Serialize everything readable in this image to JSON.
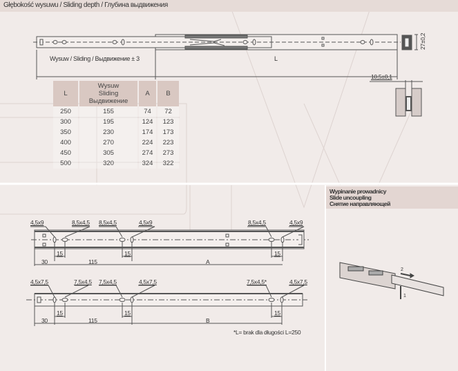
{
  "header": {
    "title": "Głębokość wysuwu / Sliding depth / Глубина выдвижения"
  },
  "top_drawing": {
    "sliding_label": "Wysuw / Sliding / Выдвижение ± 3",
    "length_label": "L",
    "height_tolerance": "27±0,2",
    "gap_tolerance": "10,5±0,1"
  },
  "table": {
    "headers": {
      "l": "L",
      "wysuw_1": "Wysuw",
      "wysuw_2": "Sliding",
      "wysuw_3": "Выдвижение",
      "a": "A",
      "b": "B"
    },
    "rows": [
      {
        "l": "250",
        "sliding": "155",
        "a": "74",
        "b": "72"
      },
      {
        "l": "300",
        "sliding": "195",
        "a": "124",
        "b": "123"
      },
      {
        "l": "350",
        "sliding": "230",
        "a": "174",
        "b": "173"
      },
      {
        "l": "400",
        "sliding": "270",
        "a": "224",
        "b": "223"
      },
      {
        "l": "450",
        "sliding": "305",
        "a": "274",
        "b": "273"
      },
      {
        "l": "500",
        "sliding": "320",
        "a": "324",
        "b": "322"
      }
    ]
  },
  "rail_a": {
    "holes": [
      "4,5x9",
      "8,5x4,5",
      "8,5x4,5",
      "4,5x9",
      "8,5x4,5",
      "4,5x9"
    ],
    "dims": {
      "d30": "30",
      "d115": "115",
      "d15": "15",
      "a": "A"
    }
  },
  "rail_b": {
    "holes": [
      "4,5x7,5",
      "7,5x4,5",
      "7,5x4,5",
      "4,5x7,5",
      "7,5x4,5*",
      "4,5x7,5"
    ],
    "dims": {
      "d30": "30",
      "d115": "115",
      "d15": "15",
      "b": "B"
    }
  },
  "note": "*L= brak dla długości L=250",
  "uncoupling": {
    "title_pl": "Wypinanie prowadnicy",
    "title_en": "Slide uncoupling",
    "title_ru": "Снятие направляющей",
    "step_1": "1",
    "step_2": "2"
  },
  "colors": {
    "background": "#f1ebe9",
    "header": "#e6dbd7",
    "table_header": "#d9c8c2",
    "line": "#555555"
  }
}
